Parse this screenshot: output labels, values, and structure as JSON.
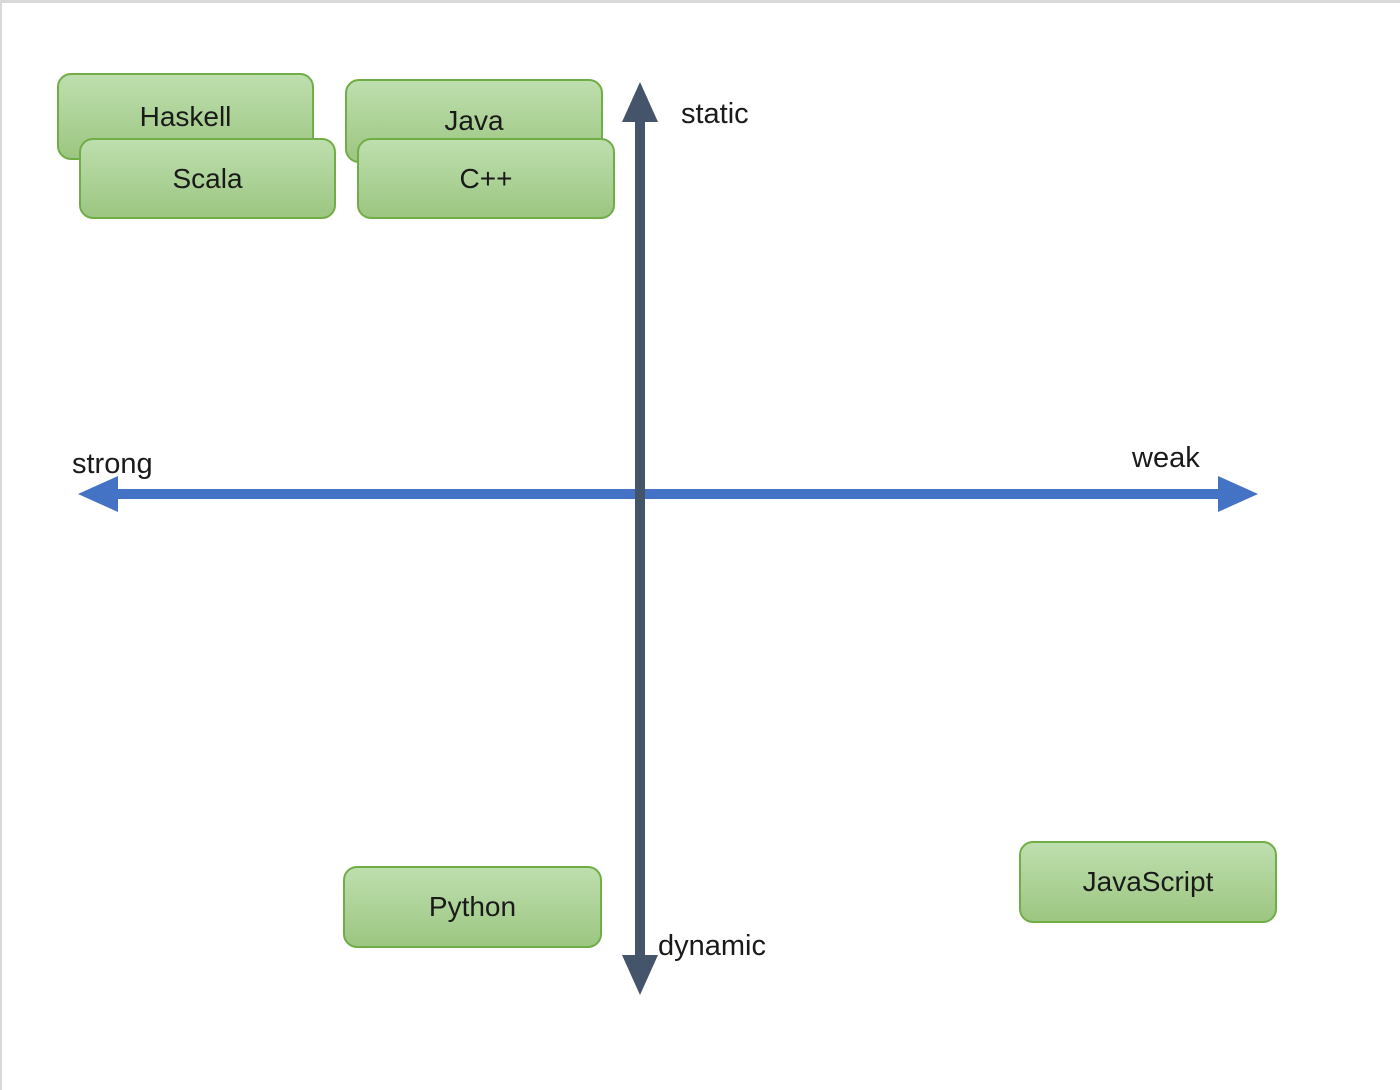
{
  "page": {
    "background": "#ffffff",
    "frame_border_color": "#d9d9d9"
  },
  "axes": {
    "vertical": {
      "top_label": "static",
      "bottom_label": "dynamic",
      "color": "#44546a"
    },
    "horizontal": {
      "left_label": "strong",
      "right_label": "weak",
      "color": "#4472c4"
    }
  },
  "nodes": [
    {
      "label": "Haskell",
      "quadrant": "static-strong"
    },
    {
      "label": "Scala",
      "quadrant": "static-strong"
    },
    {
      "label": "Java",
      "quadrant": "static-strong"
    },
    {
      "label": "C++",
      "quadrant": "static-strong"
    },
    {
      "label": "Python",
      "quadrant": "dynamic-strong"
    },
    {
      "label": "JavaScript",
      "quadrant": "dynamic-weak"
    }
  ],
  "colors": {
    "node_fill_top": "#bedfae",
    "node_fill_bottom": "#9cc681",
    "node_border": "#70ad47",
    "text": "#1a1a1a"
  }
}
